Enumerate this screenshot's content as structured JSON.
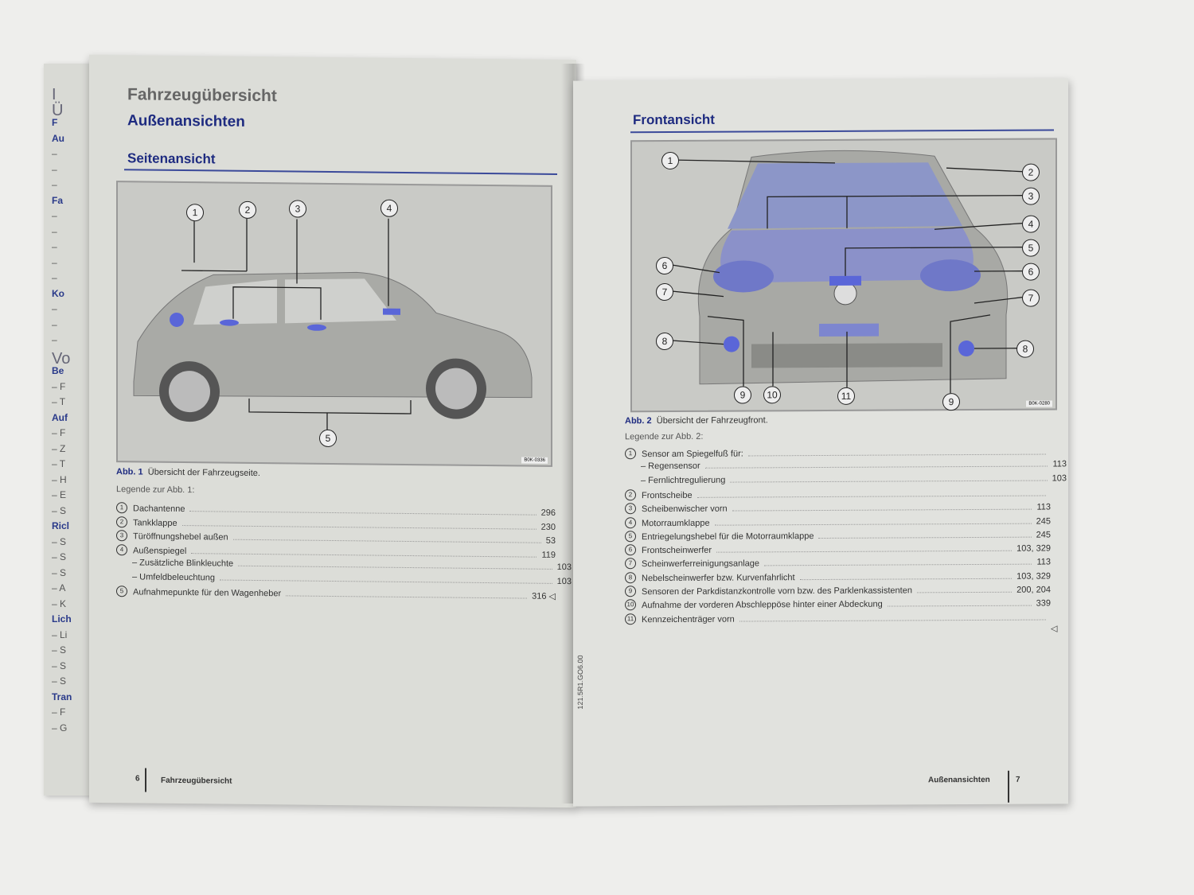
{
  "back_page": {
    "fragments": [
      "I",
      "Ü",
      "F",
      "Au",
      "–",
      "–",
      "–",
      "Fa",
      "–",
      "–",
      "–",
      "–",
      "–",
      "Ko",
      "–",
      "–",
      "–",
      "Vo",
      "Be",
      "– F",
      "– T",
      "Auf",
      "– F",
      "– Z",
      "– T",
      "– H",
      "– E",
      "– S",
      "Ricl",
      "– S",
      "– S",
      "– S",
      "– A",
      "– K",
      "Lich",
      "– Li",
      "– S",
      "– S",
      "– S",
      "Tran",
      "– F",
      "– G"
    ]
  },
  "left_page": {
    "chapter": "Fahrzeugübersicht",
    "section": "Außenansichten",
    "subsection": "Seitenansicht",
    "figure": {
      "callouts": [
        "1",
        "2",
        "3",
        "4",
        "5"
      ],
      "code": "B0K-0336",
      "label": "Abb. 1",
      "caption": "Übersicht der Fahrzeugseite."
    },
    "legend_title": "Legende zur Abb. 1:",
    "legend": [
      {
        "num": "1",
        "text": "Dachantenne",
        "page": "296"
      },
      {
        "num": "2",
        "text": "Tankklappe",
        "page": "230"
      },
      {
        "num": "3",
        "text": "Türöffnungshebel außen",
        "page": "53"
      },
      {
        "num": "4",
        "text": "Außenspiegel",
        "page": "119"
      },
      {
        "num": "",
        "text": "– Zusätzliche Blinkleuchte",
        "page": "103"
      },
      {
        "num": "",
        "text": "– Umfeldbeleuchtung",
        "page": "103"
      },
      {
        "num": "5",
        "text": "Aufnahmepunkte für den Wagenheber",
        "page": "316 ◁"
      }
    ],
    "footer": {
      "page_number": "6",
      "title": "Fahrzeugübersicht"
    }
  },
  "right_page": {
    "section": "Frontansicht",
    "figure": {
      "callouts": [
        "1",
        "2",
        "3",
        "4",
        "5",
        "6",
        "6",
        "7",
        "7",
        "8",
        "8",
        "9",
        "9",
        "10",
        "11"
      ],
      "code": "B0K-0280",
      "label": "Abb. 2",
      "caption": "Übersicht der Fahrzeugfront."
    },
    "legend_title": "Legende zur Abb. 2:",
    "legend": [
      {
        "num": "1",
        "text": "Sensor am Spiegelfuß für:",
        "page": ""
      },
      {
        "num": "",
        "text": "– Regensensor",
        "page": "113"
      },
      {
        "num": "",
        "text": "– Fernlichtregulierung",
        "page": "103"
      },
      {
        "num": "2",
        "text": "Frontscheibe",
        "page": ""
      },
      {
        "num": "3",
        "text": "Scheibenwischer vorn",
        "page": "113"
      },
      {
        "num": "4",
        "text": "Motorraumklappe",
        "page": "245"
      },
      {
        "num": "5",
        "text": "Entriegelungshebel für die Motorraumklappe",
        "page": "245"
      },
      {
        "num": "6",
        "text": "Frontscheinwerfer",
        "page": "103, 329"
      },
      {
        "num": "7",
        "text": "Scheinwerferreinigungsanlage",
        "page": "113"
      },
      {
        "num": "8",
        "text": "Nebelscheinwerfer bzw. Kurvenfahrlicht",
        "page": "103, 329"
      },
      {
        "num": "9",
        "text": "Sensoren der Parkdistanzkontrolle vorn bzw. des Parklenkassistenten",
        "page": "200, 204"
      },
      {
        "num": "10",
        "text": "Aufnahme der vorderen Abschleppöse hinter einer Abdeckung",
        "page": "339"
      },
      {
        "num": "11",
        "text": "Kennzeichenträger vorn",
        "page": ""
      }
    ],
    "end_mark": "◁",
    "side_code": "121.5R1.GO6.00",
    "footer": {
      "title": "Außenansichten",
      "page_number": "7"
    }
  },
  "colors": {
    "heading_blue": "#1e2b80",
    "highlight_blue": "#5a66d8"
  }
}
